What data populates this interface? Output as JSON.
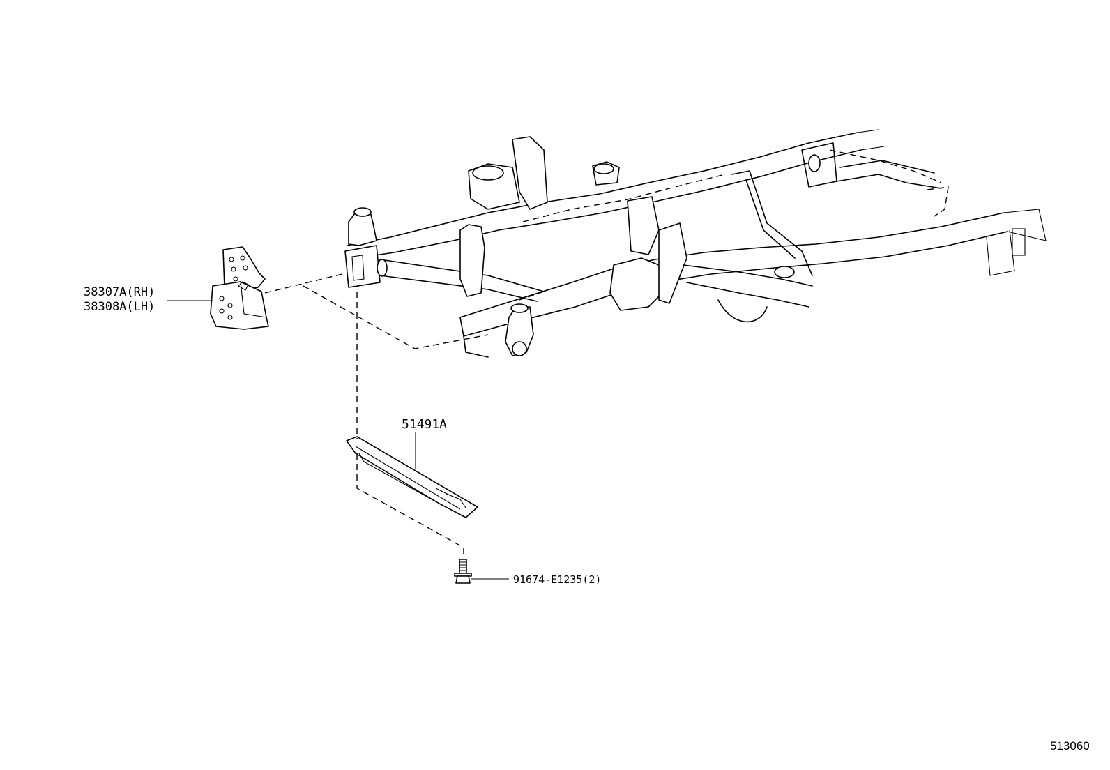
{
  "labels": {
    "engine_mount_rh": "38307A(RH)",
    "engine_mount_lh": "38308A(LH)",
    "crossmember": "51491A",
    "bolt": "91674-E1235(2)"
  },
  "diagram_id": "513060",
  "colors": {
    "line": "#000000",
    "background": "#ffffff"
  }
}
